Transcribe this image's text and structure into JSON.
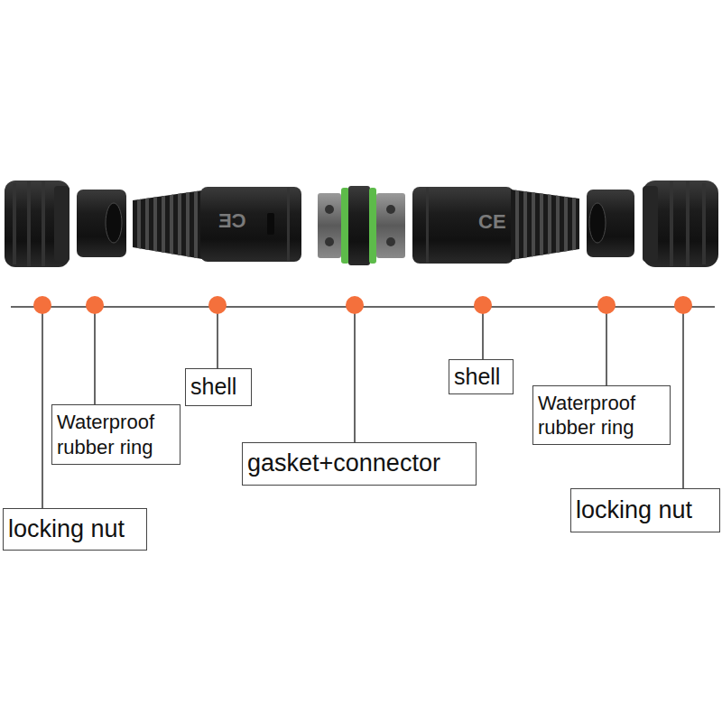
{
  "diagram": {
    "nodes": [
      {
        "text": [
          "locking nut"
        ]
      },
      {
        "text": [
          "Waterproof rubber ring"
        ]
      },
      {
        "text": [
          "shell"
        ]
      },
      {
        "text": [
          "gasket+connector"
        ]
      },
      {
        "text": [
          "shell"
        ]
      },
      {
        "text": [
          "Waterproof rubber ring"
        ]
      },
      {
        "text": [
          "locking nut"
        ]
      }
    ],
    "labels": [
      "CE",
      "CE"
    ]
  }
}
